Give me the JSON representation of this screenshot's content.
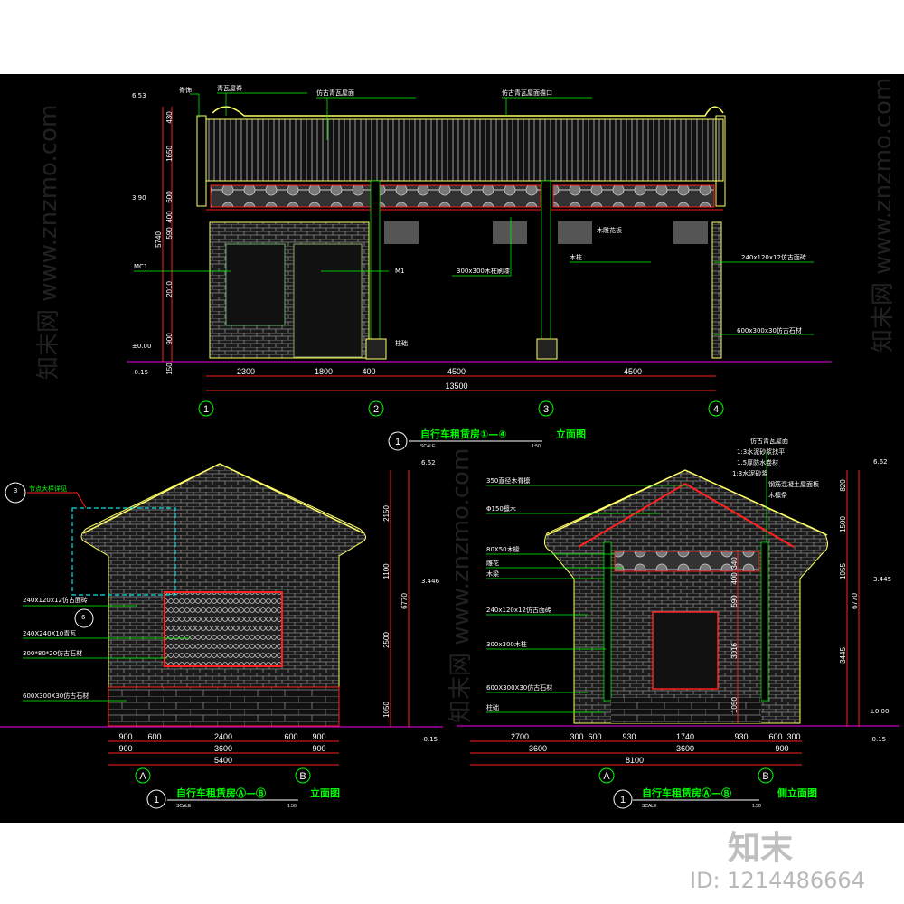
{
  "colors": {
    "background": "#000000",
    "roof": "#ffff66",
    "wall_line": "#ff2020",
    "leader": "#00ff00",
    "ground": "#c000c0",
    "brick": "#8a8a8a",
    "detail_box": "#00e5e5"
  },
  "front": {
    "title": "自行车租赁房①—④",
    "title_suffix": "立面图",
    "scale_label": "SCALE",
    "scale": "1:50",
    "levels": [
      "6.53",
      "3.90",
      "±0.00",
      "-0.15"
    ],
    "vdims": [
      "430",
      "1650",
      "600",
      "400",
      "590",
      "5740",
      "2010",
      "900",
      "150"
    ],
    "dims_row1": [
      "2300",
      "1800",
      "400",
      "4500",
      "4500"
    ],
    "dims_total": "13500",
    "axes": [
      "1",
      "2",
      "3",
      "4"
    ],
    "notes": [
      "脊饰",
      "青瓦屋脊",
      "仿古青瓦屋面",
      "仿古青瓦屋面檐口",
      "MC1",
      "M1",
      "木雕花板",
      "300x300木柱刷漆",
      "木柱",
      "柱础",
      "240x120x12仿古面砖",
      "600x300x30仿古石材"
    ]
  },
  "side_left": {
    "title": "自行车租赁房Ⓐ—Ⓑ",
    "title_suffix": "立面图",
    "scale_label": "SCALE",
    "scale": "1:50",
    "levels": [
      "6.62",
      "3.446",
      "-0.15"
    ],
    "vdims": [
      "2150",
      "1100",
      "2500",
      "1050",
      "6770"
    ],
    "dims_row1": [
      "900",
      "600",
      "2400",
      "600",
      "900"
    ],
    "dims_row2": [
      "900",
      "3600",
      "900"
    ],
    "dims_total": "5400",
    "axes": [
      "A",
      "B"
    ],
    "detail_ref": [
      "3",
      "6"
    ],
    "notes": [
      "节点大样详见",
      "240x120x12仿古面砖",
      "240X240X10青瓦",
      "300*80*20仿古石材",
      "600X300X30仿古石材"
    ]
  },
  "side_right": {
    "title": "自行车租赁房Ⓐ—Ⓑ",
    "title_suffix": "侧立面图",
    "scale_label": "SCALE",
    "scale": "1:50",
    "levels": [
      "6.62",
      "3.445",
      "±0.00",
      "-0.15"
    ],
    "vdims": [
      "820",
      "1500",
      "1055",
      "3445",
      "6770"
    ],
    "dims_row1": [
      "2700",
      "300",
      "600",
      "930",
      "1740",
      "930",
      "600",
      "300"
    ],
    "dims_row2": [
      "3600",
      "3600",
      "900"
    ],
    "dims_total": "8100",
    "axes": [
      "A",
      "B"
    ],
    "inner_dims": [
      "340",
      "400",
      "590",
      "3016",
      "1050"
    ],
    "notes": [
      "仿古青瓦屋面",
      "1:3水泥砂浆找平",
      "1.5厚防水卷材",
      "1:3水泥砂浆",
      "钢筋混凝土屋面板",
      "木檩条",
      "350直径木脊檩",
      "Φ150檩木",
      "80X50木椽",
      "雕花",
      "木梁",
      "240x120x12仿古面砖",
      "300x300木柱",
      "600X300X30仿古石材",
      "柱础"
    ]
  },
  "watermark": {
    "site": "知末网 www.znzmo.com",
    "logo": "知末",
    "id": "ID: 1214486664"
  }
}
